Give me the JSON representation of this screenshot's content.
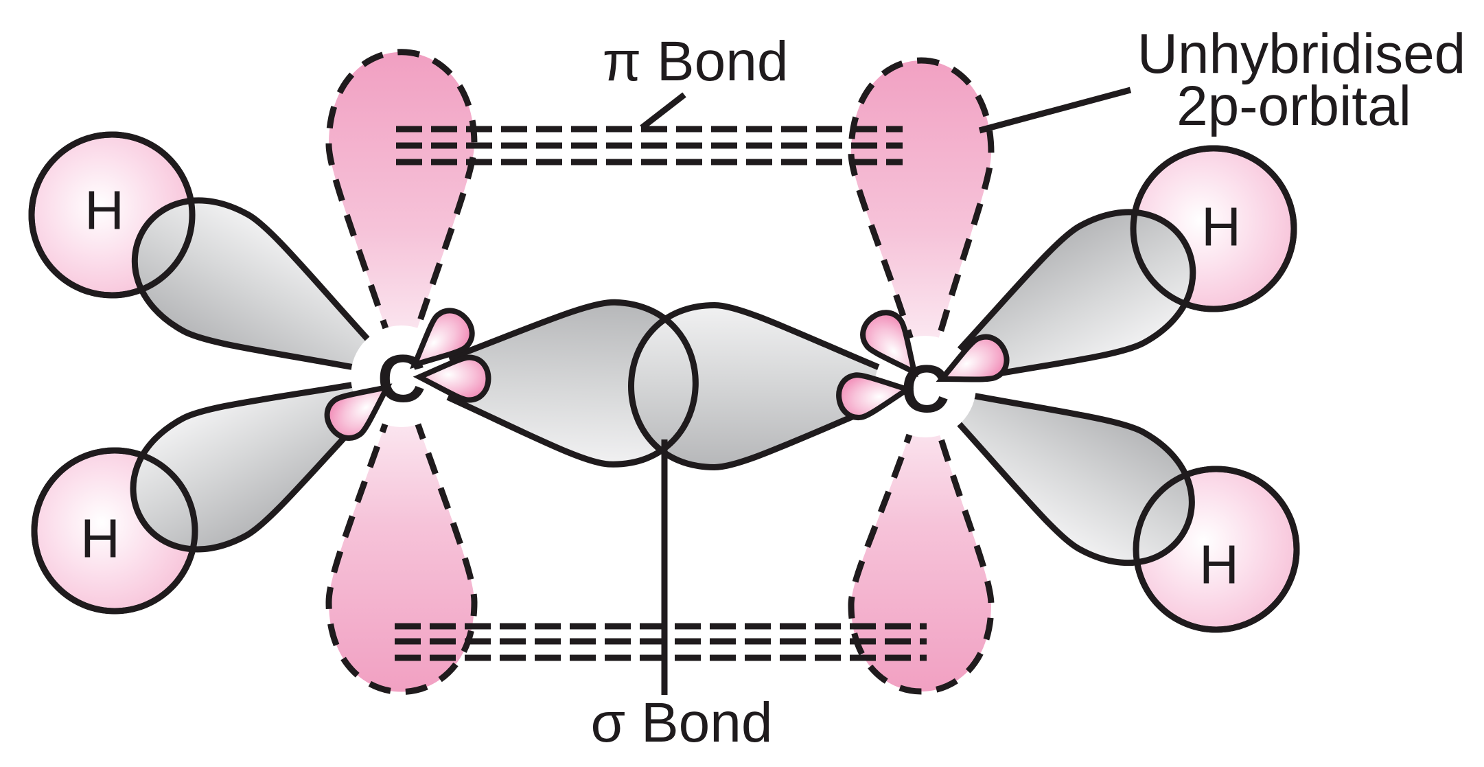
{
  "molecule": {
    "name": "ethene-sigma-pi-bonding-diagram",
    "carbon_labels": [
      "C",
      "C"
    ],
    "hydrogen_labels": [
      "H",
      "H",
      "H",
      "H"
    ],
    "labels": {
      "pi_bond": "π Bond",
      "sigma_bond": "σ Bond",
      "unhybridised_line1": "Unhybridised",
      "unhybridised_line2": "2p-orbital"
    },
    "colors": {
      "p_orbital_pink": "#f1a0c2",
      "p_orbital_pink_light": "#fdf3f8",
      "h_orbital_pink_edge": "#f5b3ce",
      "small_lobe_pink": "#ee6ea4",
      "hybrid_grey_dark": "#b6b7b9",
      "hybrid_grey_light": "#f1f1f2",
      "outline_black": "#1f1b1d",
      "background": "#ffffff"
    }
  }
}
